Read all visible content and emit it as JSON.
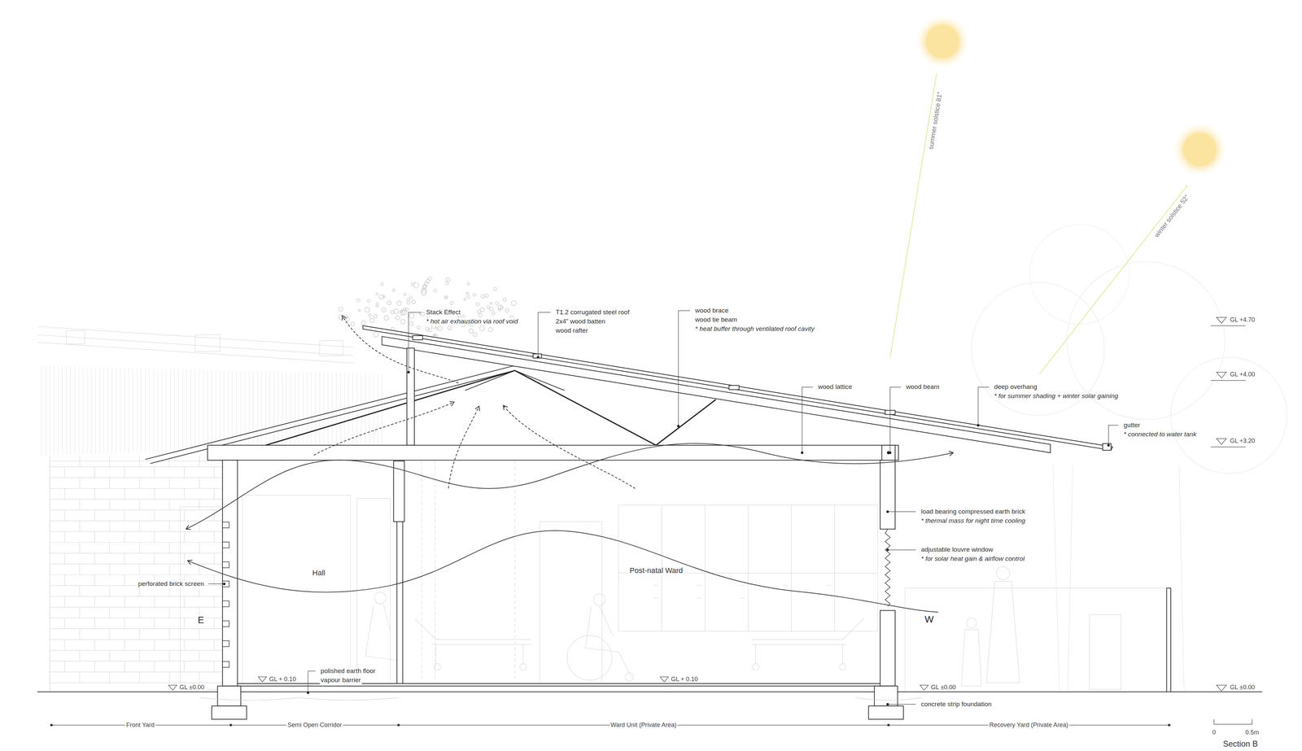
{
  "diagram": {
    "title": "Section B",
    "labels": [
      "Stack Effect",
      "* hot air exhaustion via roof void",
      "T1.2 corrugated steel roof",
      "2x4\" wood batten",
      "wood rafter",
      "wood brace",
      "wood tie beam",
      "* heat buffer through ventilated roof cavity",
      "summer solstice 81°",
      "winter solstice 52°",
      "GL +4.70",
      "GL +4.00",
      "GL +3.20",
      "wood lattice",
      "wood beam",
      "deep overhang",
      "* for summer shading + winter solar gaining",
      "gutter",
      "* connected to water tank",
      "load bearing compressed earth brick",
      "* thermal mass for night time cooling",
      "adjustable louvre window",
      "* for solar heat gain & airflow control",
      "perforated brick screen",
      "Hall",
      "Post-natal Ward",
      "E",
      "W",
      "GL ±0.00",
      "GL + 0.10",
      "polished earth floor",
      "vapour barrier",
      "GL + 0.10",
      "GL ±0.00",
      "GL ±0.00",
      "concrete strip foundation",
      "Front Yard",
      "Semi Open Corridor",
      "Ward Unit (Private Area)",
      "Recovery Yard (Private Area)",
      "0",
      "0.5m"
    ]
  }
}
